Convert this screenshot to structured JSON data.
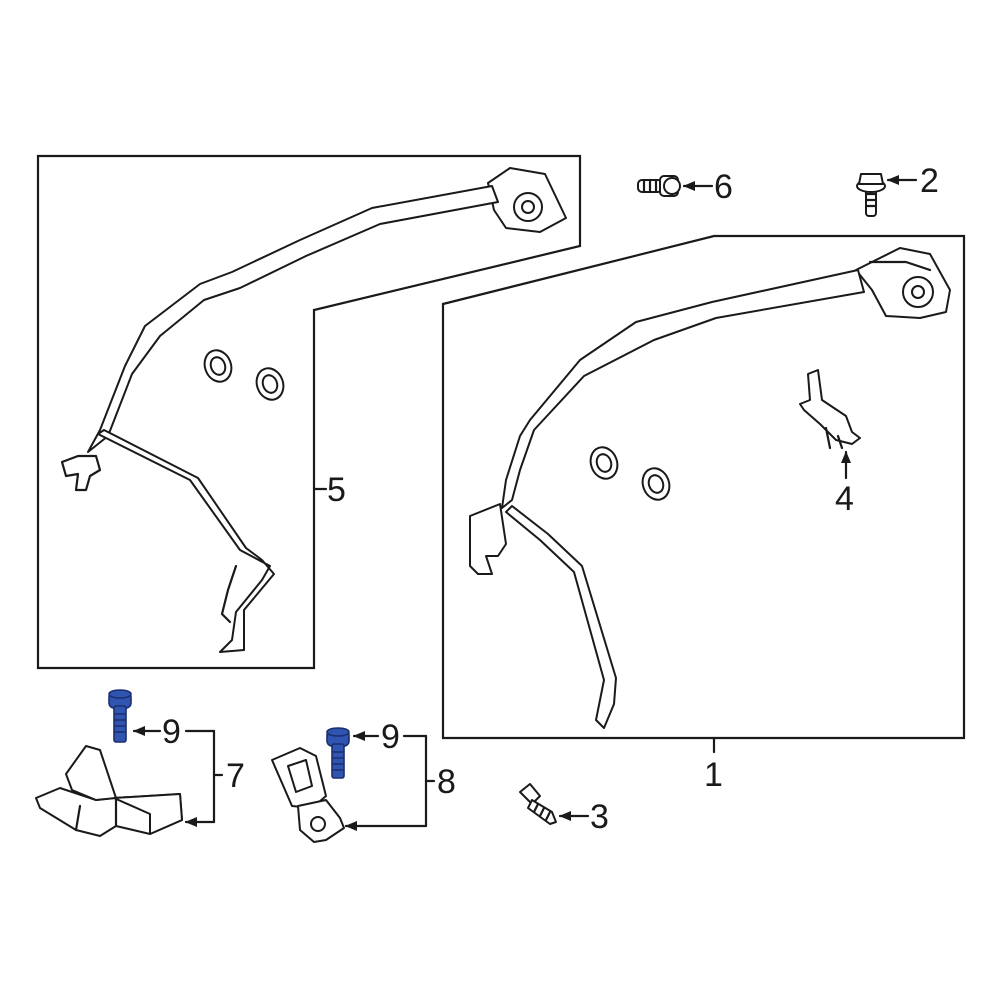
{
  "callouts": {
    "c1": "1",
    "c2": "2",
    "c3": "3",
    "c4": "4",
    "c5": "5",
    "c6": "6",
    "c7": "7",
    "c8": "8",
    "c9a": "9",
    "c9b": "9"
  },
  "colors": {
    "line": "#1a1a1a",
    "highlight": "#2f55b0"
  }
}
